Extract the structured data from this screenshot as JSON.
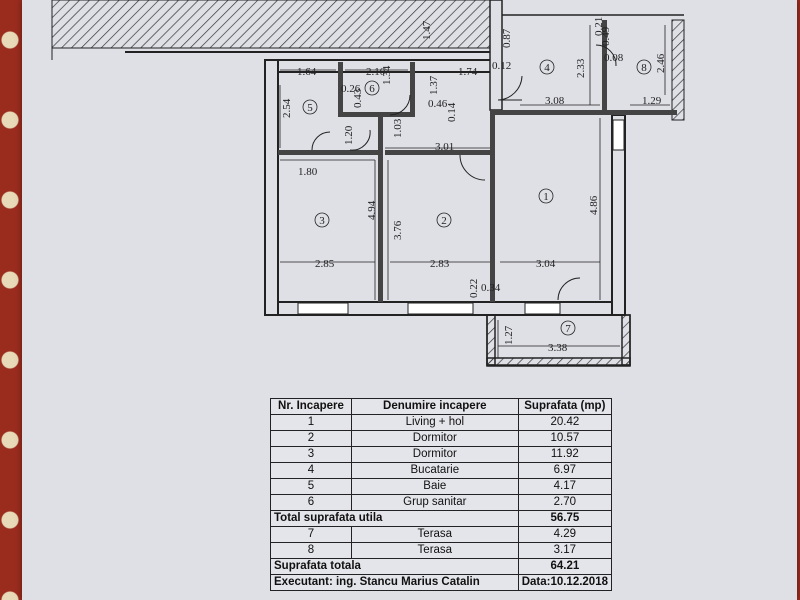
{
  "dims": {
    "d_164": "1.64",
    "d_210": "2.10",
    "d_134": "1.34",
    "d_137": "1.37",
    "d_174": "1.74",
    "d_087": "0.87",
    "d_012": "0.12",
    "d_233": "2.33",
    "d_021": "0.21",
    "d_049": "0.49",
    "d_008": "0.08",
    "d_246": "2.46",
    "d_254": "2.54",
    "d_026": "0.26",
    "d_043": "0.43",
    "d_046": "0.46",
    "d_014": "0.14",
    "d_308": "3.08",
    "d_129": "1.29",
    "d_120": "1.20",
    "d_103": "1.03",
    "d_301": "3.01",
    "d_180": "1.80",
    "d_494": "4.94",
    "d_376": "3.76",
    "d_486": "4.86",
    "d_285": "2.85",
    "d_283": "2.83",
    "d_304": "3.04",
    "d_022": "0.22",
    "d_034": "0.34",
    "d_127": "1.27",
    "d_338": "3.38",
    "d_147": "1.47"
  },
  "rooms": {
    "r1": "1",
    "r2": "2",
    "r3": "3",
    "r4": "4",
    "r5": "5",
    "r6": "6",
    "r7": "7",
    "r8": "8"
  },
  "table": {
    "headers": [
      "Nr. Incapere",
      "Denumire incapere",
      "Suprafata (mp)"
    ],
    "rows": [
      {
        "nr": "1",
        "name": "Living + hol",
        "area": "20.42"
      },
      {
        "nr": "2",
        "name": "Dormitor",
        "area": "10.57"
      },
      {
        "nr": "3",
        "name": "Dormitor",
        "area": "11.92"
      },
      {
        "nr": "4",
        "name": "Bucatarie",
        "area": "6.97"
      },
      {
        "nr": "5",
        "name": "Baie",
        "area": "4.17"
      },
      {
        "nr": "6",
        "name": "Grup sanitar",
        "area": "2.70"
      }
    ],
    "total_util_label": "Total suprafata utila",
    "total_util_value": "56.75",
    "rows2": [
      {
        "nr": "7",
        "name": "Terasa",
        "area": "4.29"
      },
      {
        "nr": "8",
        "name": "Terasa",
        "area": "3.17"
      }
    ],
    "total_label": "Suprafata totala",
    "total_value": "64.21",
    "executant": "Executant: ing. Stancu Marius Catalin",
    "date": "Data:10.12.2018"
  }
}
